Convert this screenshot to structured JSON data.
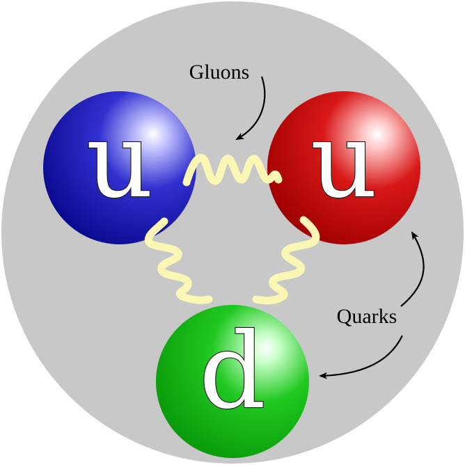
{
  "background": "#c8c8c8",
  "labels": {
    "gluons": "Gluons",
    "quarks": "Quarks"
  },
  "quarks": [
    {
      "id": "up-left",
      "letter": "u",
      "color": "blue",
      "base": "#1010b0"
    },
    {
      "id": "up-right",
      "letter": "u",
      "color": "red",
      "base": "#c80000"
    },
    {
      "id": "down",
      "letter": "d",
      "color": "green",
      "base": "#10b010"
    }
  ],
  "gluon_color": "#fbf6b3"
}
